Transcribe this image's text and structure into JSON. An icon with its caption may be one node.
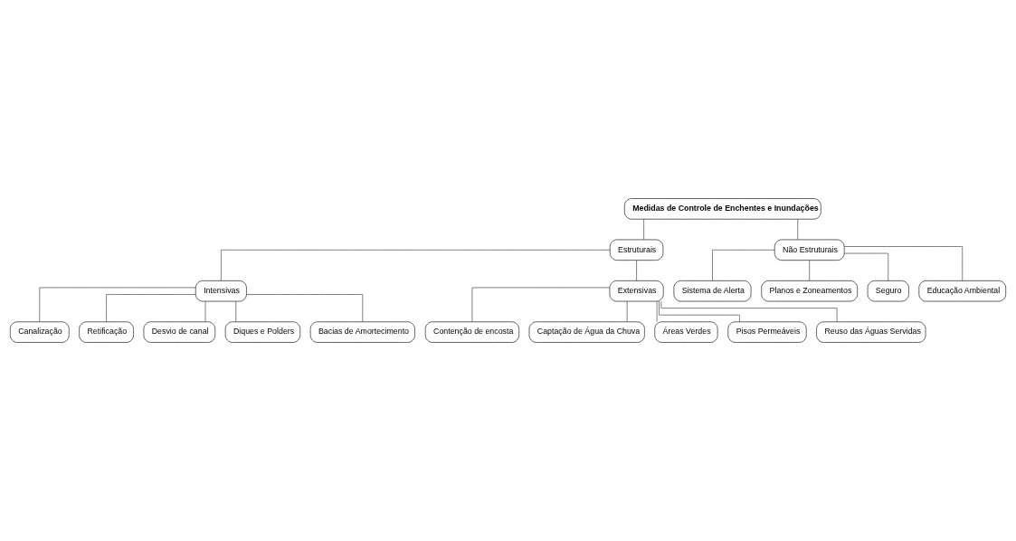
{
  "diagram": {
    "nodes": [
      {
        "text": [
          "Medidas de Controle de Enchentes e Inundações"
        ]
      },
      {
        "text": [
          "Estruturais"
        ]
      },
      {
        "text": [
          "Não Estruturais"
        ]
      },
      {
        "text": [
          "Intensivas"
        ]
      },
      {
        "text": [
          "Extensivas"
        ]
      },
      {
        "text": [
          "Canalização"
        ]
      },
      {
        "text": [
          "Retificação"
        ]
      },
      {
        "text": [
          "Desvio de canal"
        ]
      },
      {
        "text": [
          "Diques e Polders"
        ]
      },
      {
        "text": [
          "Bacias de Amortecimento"
        ]
      },
      {
        "text": [
          "Contenção de encosta"
        ]
      },
      {
        "text": [
          "Captação de Água da Chuva"
        ]
      },
      {
        "text": [
          "Áreas Verdes"
        ]
      },
      {
        "text": [
          "Pisos Permeáveis"
        ]
      },
      {
        "text": [
          "Reuso das Águas Servidas"
        ]
      },
      {
        "text": [
          "Sistema de Alerta"
        ]
      },
      {
        "text": [
          "Planos e Zoneamentos"
        ]
      },
      {
        "text": [
          "Seguro"
        ]
      },
      {
        "text": [
          "Educação Ambiental"
        ]
      }
    ],
    "edges": [
      {
        "from": 0,
        "to": 1,
        "arrow": "none"
      },
      {
        "from": 0,
        "to": 2,
        "arrow": "none"
      },
      {
        "from": 1,
        "to": 3,
        "arrow": "none"
      },
      {
        "from": 1,
        "to": 4,
        "arrow": "none"
      },
      {
        "from": 3,
        "to": 5,
        "arrow": "none"
      },
      {
        "from": 3,
        "to": 6,
        "arrow": "none"
      },
      {
        "from": 3,
        "to": 7,
        "arrow": "none"
      },
      {
        "from": 3,
        "to": 8,
        "arrow": "none"
      },
      {
        "from": 3,
        "to": 9,
        "arrow": "none"
      },
      {
        "from": 4,
        "to": 10,
        "arrow": "none"
      },
      {
        "from": 4,
        "to": 11,
        "arrow": "none"
      },
      {
        "from": 4,
        "to": 12,
        "arrow": "none"
      },
      {
        "from": 4,
        "to": 13,
        "arrow": "none"
      },
      {
        "from": 4,
        "to": 14,
        "arrow": "none"
      },
      {
        "from": 2,
        "to": 15,
        "arrow": "none"
      },
      {
        "from": 2,
        "to": 16,
        "arrow": "none"
      },
      {
        "from": 2,
        "to": 17,
        "arrow": "none"
      },
      {
        "from": 2,
        "to": 18,
        "arrow": "none"
      }
    ]
  }
}
